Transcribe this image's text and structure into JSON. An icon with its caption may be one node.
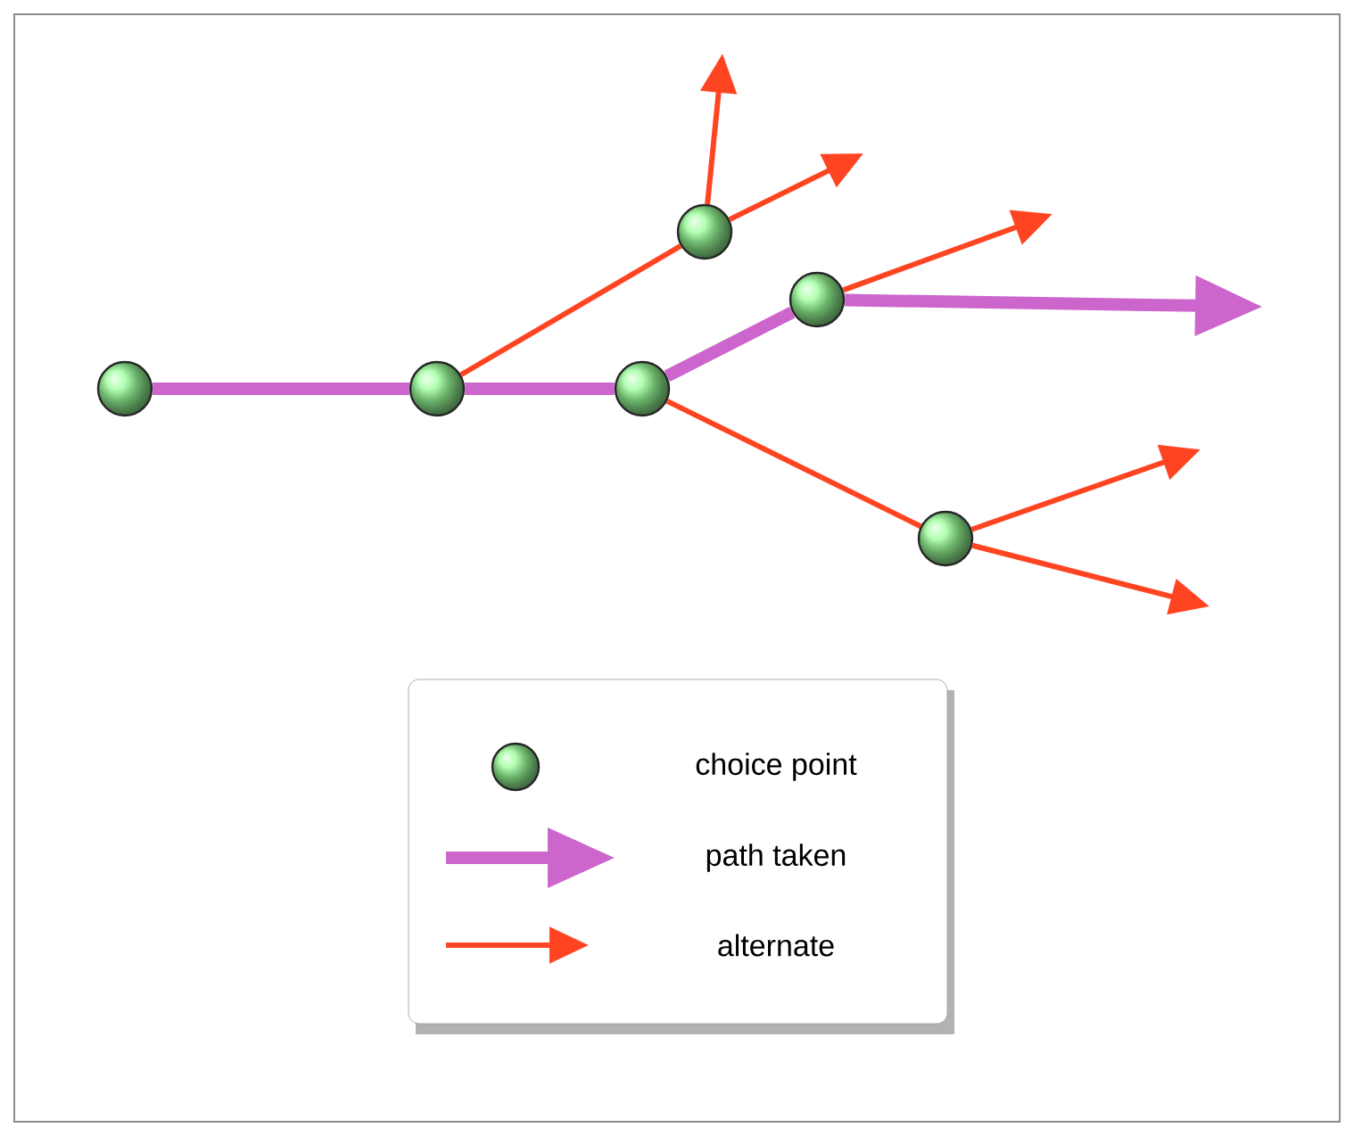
{
  "diagram": {
    "nodes": [
      {
        "text": [],
        "shape": "circle"
      },
      {
        "text": [],
        "shape": "circle"
      },
      {
        "text": [],
        "shape": "circle"
      },
      {
        "text": [],
        "shape": "circle"
      },
      {
        "text": [],
        "shape": "circle"
      },
      {
        "text": [],
        "shape": "circle"
      }
    ],
    "edges": [
      {
        "from": 0,
        "to": 1,
        "arrow": "none",
        "style": "thick",
        "color": "#cc66cc"
      },
      {
        "from": 1,
        "to": 2,
        "arrow": "none",
        "style": "thick",
        "color": "#cc66cc"
      },
      {
        "from": 2,
        "to": 4,
        "arrow": "none",
        "style": "thick",
        "color": "#cc66cc"
      },
      {
        "from": 4,
        "to": null,
        "arrow": "to",
        "style": "thick",
        "color": "#cc66cc"
      },
      {
        "from": 1,
        "to": 3,
        "arrow": "none"
      },
      {
        "from": 3,
        "to": null,
        "arrow": "to"
      },
      {
        "from": 3,
        "to": null,
        "arrow": "to"
      },
      {
        "from": 4,
        "to": null,
        "arrow": "to"
      },
      {
        "from": 2,
        "to": 5,
        "arrow": "none"
      },
      {
        "from": 5,
        "to": null,
        "arrow": "to"
      },
      {
        "from": 5,
        "to": null,
        "arrow": "to"
      }
    ],
    "legend": [
      {
        "text": "choice point"
      },
      {
        "text": "path taken"
      },
      {
        "text": "alternate"
      }
    ]
  }
}
